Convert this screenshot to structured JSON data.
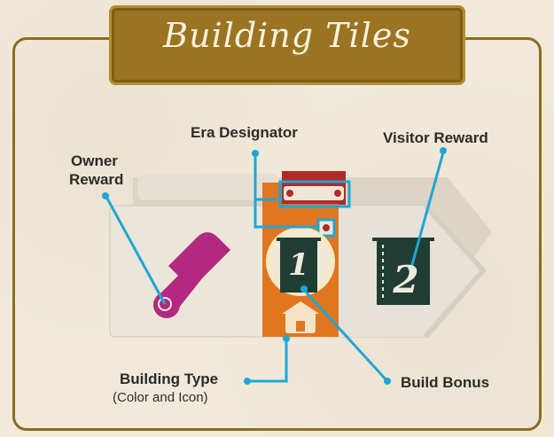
{
  "title": "Building Tiles",
  "labels": {
    "era_designator": "Era Designator",
    "visitor_reward": "Visitor Reward",
    "owner_reward_line1": "Owner",
    "owner_reward_line2": "Reward",
    "building_type": "Building Type",
    "building_type_sub": "(Color and Icon)",
    "build_bonus": "Build Bonus"
  },
  "tile": {
    "build_bonus_number": "1",
    "visitor_number": "2"
  },
  "colors": {
    "accent_line": "#1ea7d6",
    "banner": "#9a7422",
    "orange_band": "#e0761f",
    "owner_icon": "#b3297f",
    "flag": "#1f3d33"
  }
}
